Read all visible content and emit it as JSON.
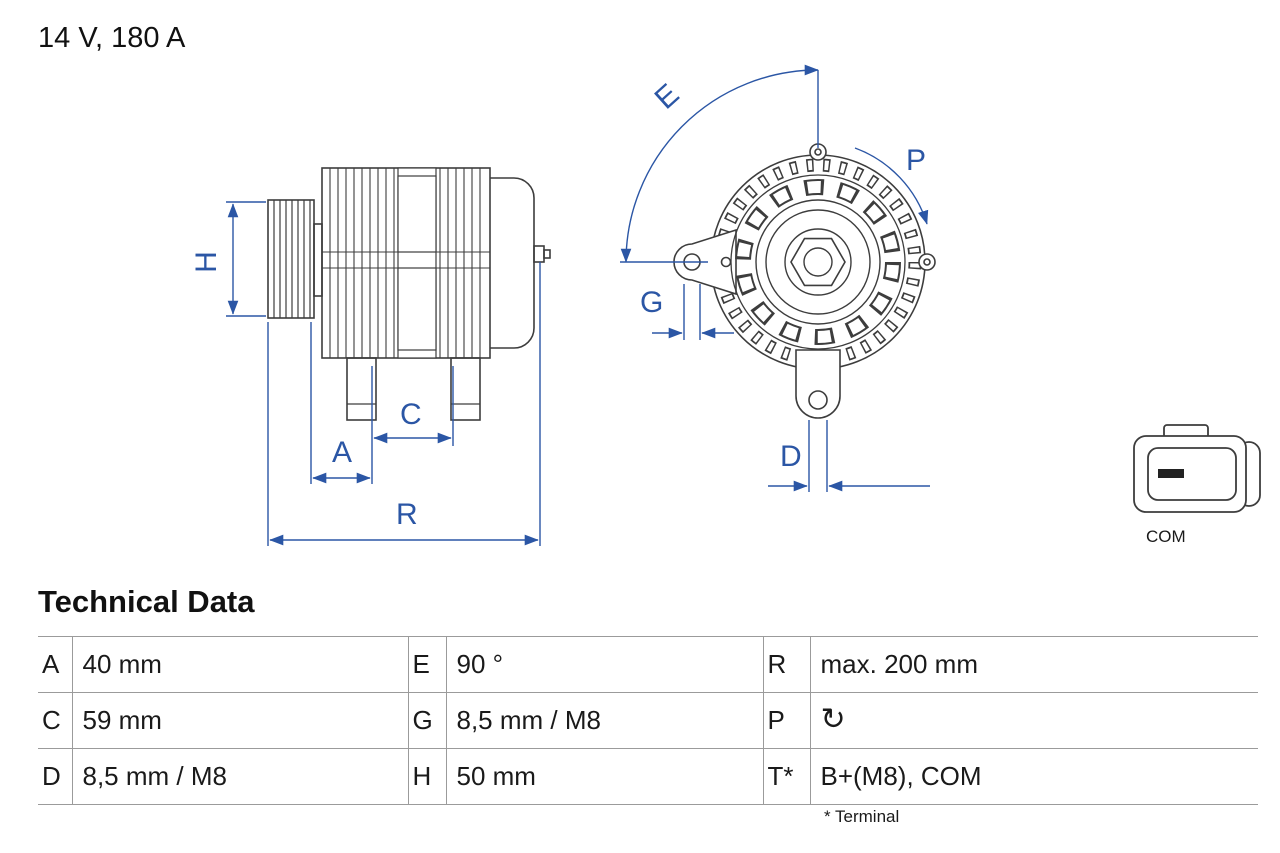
{
  "title": "14 V, 180 A",
  "diagram": {
    "labels": {
      "H": "H",
      "C": "C",
      "A": "A",
      "R": "R",
      "E": "E",
      "P": "P",
      "G": "G",
      "D": "D"
    },
    "connector_label": "COM",
    "colors": {
      "dimension": "#2b56a5",
      "drawing": "#3d3d3d"
    }
  },
  "table": {
    "heading": "Technical Data",
    "rows": [
      {
        "k1": "A",
        "v1": "40 mm",
        "k2": "E",
        "v2": "90 °",
        "k3": "R",
        "v3": "max. 200 mm"
      },
      {
        "k1": "C",
        "v1": "59 mm",
        "k2": "G",
        "v2": "8,5 mm / M8",
        "k3": "P",
        "v3": "↻",
        "v3_icon": "rotation-direction-icon"
      },
      {
        "k1": "D",
        "v1": "8,5 mm / M8",
        "k2": "H",
        "v2": "50 mm",
        "k3": "T*",
        "v3": "B+(M8), COM"
      }
    ],
    "footnote": "* Terminal"
  }
}
